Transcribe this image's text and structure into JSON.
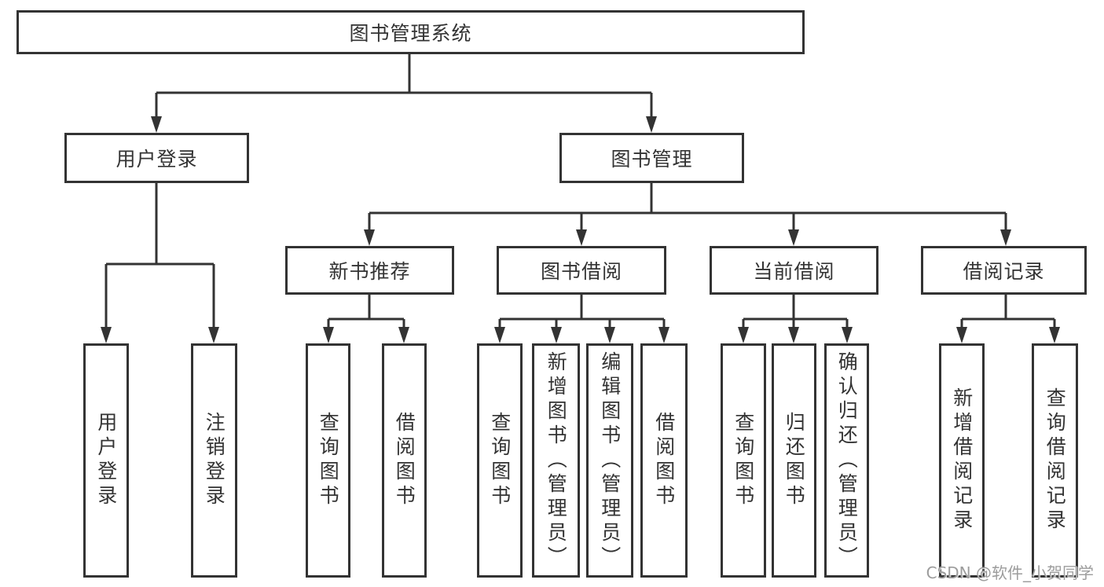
{
  "tree": {
    "label": "图书管理系统",
    "children": [
      {
        "label": "用户登录",
        "children": [
          {
            "label": "用户登录"
          },
          {
            "label": "注销登录"
          }
        ]
      },
      {
        "label": "图书管理",
        "children": [
          {
            "label": "新书推荐",
            "children": [
              {
                "label": "查询图书"
              },
              {
                "label": "借阅图书"
              }
            ]
          },
          {
            "label": "图书借阅",
            "children": [
              {
                "label": "查询图书"
              },
              {
                "label": "新增图书（管理员）"
              },
              {
                "label": "编辑图书（管理员）"
              },
              {
                "label": "借阅图书"
              }
            ]
          },
          {
            "label": "当前借阅",
            "children": [
              {
                "label": "查询图书"
              },
              {
                "label": "归还图书"
              },
              {
                "label": "确认归还（管理员）"
              }
            ]
          },
          {
            "label": "借阅记录",
            "children": [
              {
                "label": "新增借阅记录"
              },
              {
                "label": "查询借阅记录"
              }
            ]
          }
        ]
      }
    ]
  },
  "watermark": "CSDN @软件_小贺同学",
  "colors": {
    "line": "#333333",
    "box_border": "#333333",
    "text": "#333333",
    "background": "#ffffff",
    "watermark": "#9c9c9c"
  }
}
